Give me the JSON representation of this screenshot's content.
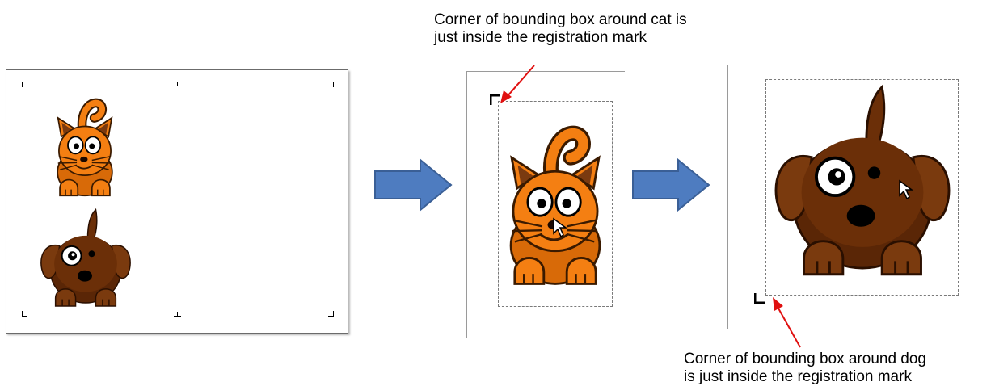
{
  "callouts": {
    "cat_line1": "Corner of bounding box around cat is",
    "cat_line2": "just inside the registration mark",
    "dog_line1": "Corner of bounding box around dog",
    "dog_line2": "is just inside the registration mark"
  },
  "icons": {
    "pointer": "mouse-cursor-icon",
    "step_arrow": "right-arrow-icon",
    "annotation_arrow": "red-arrow-icon"
  },
  "colors": {
    "cat_orange": "#f47f12",
    "dog_brown": "#6b2f08",
    "step_arrow_fill": "#4e7cc0",
    "annotation_red": "#e01010"
  }
}
